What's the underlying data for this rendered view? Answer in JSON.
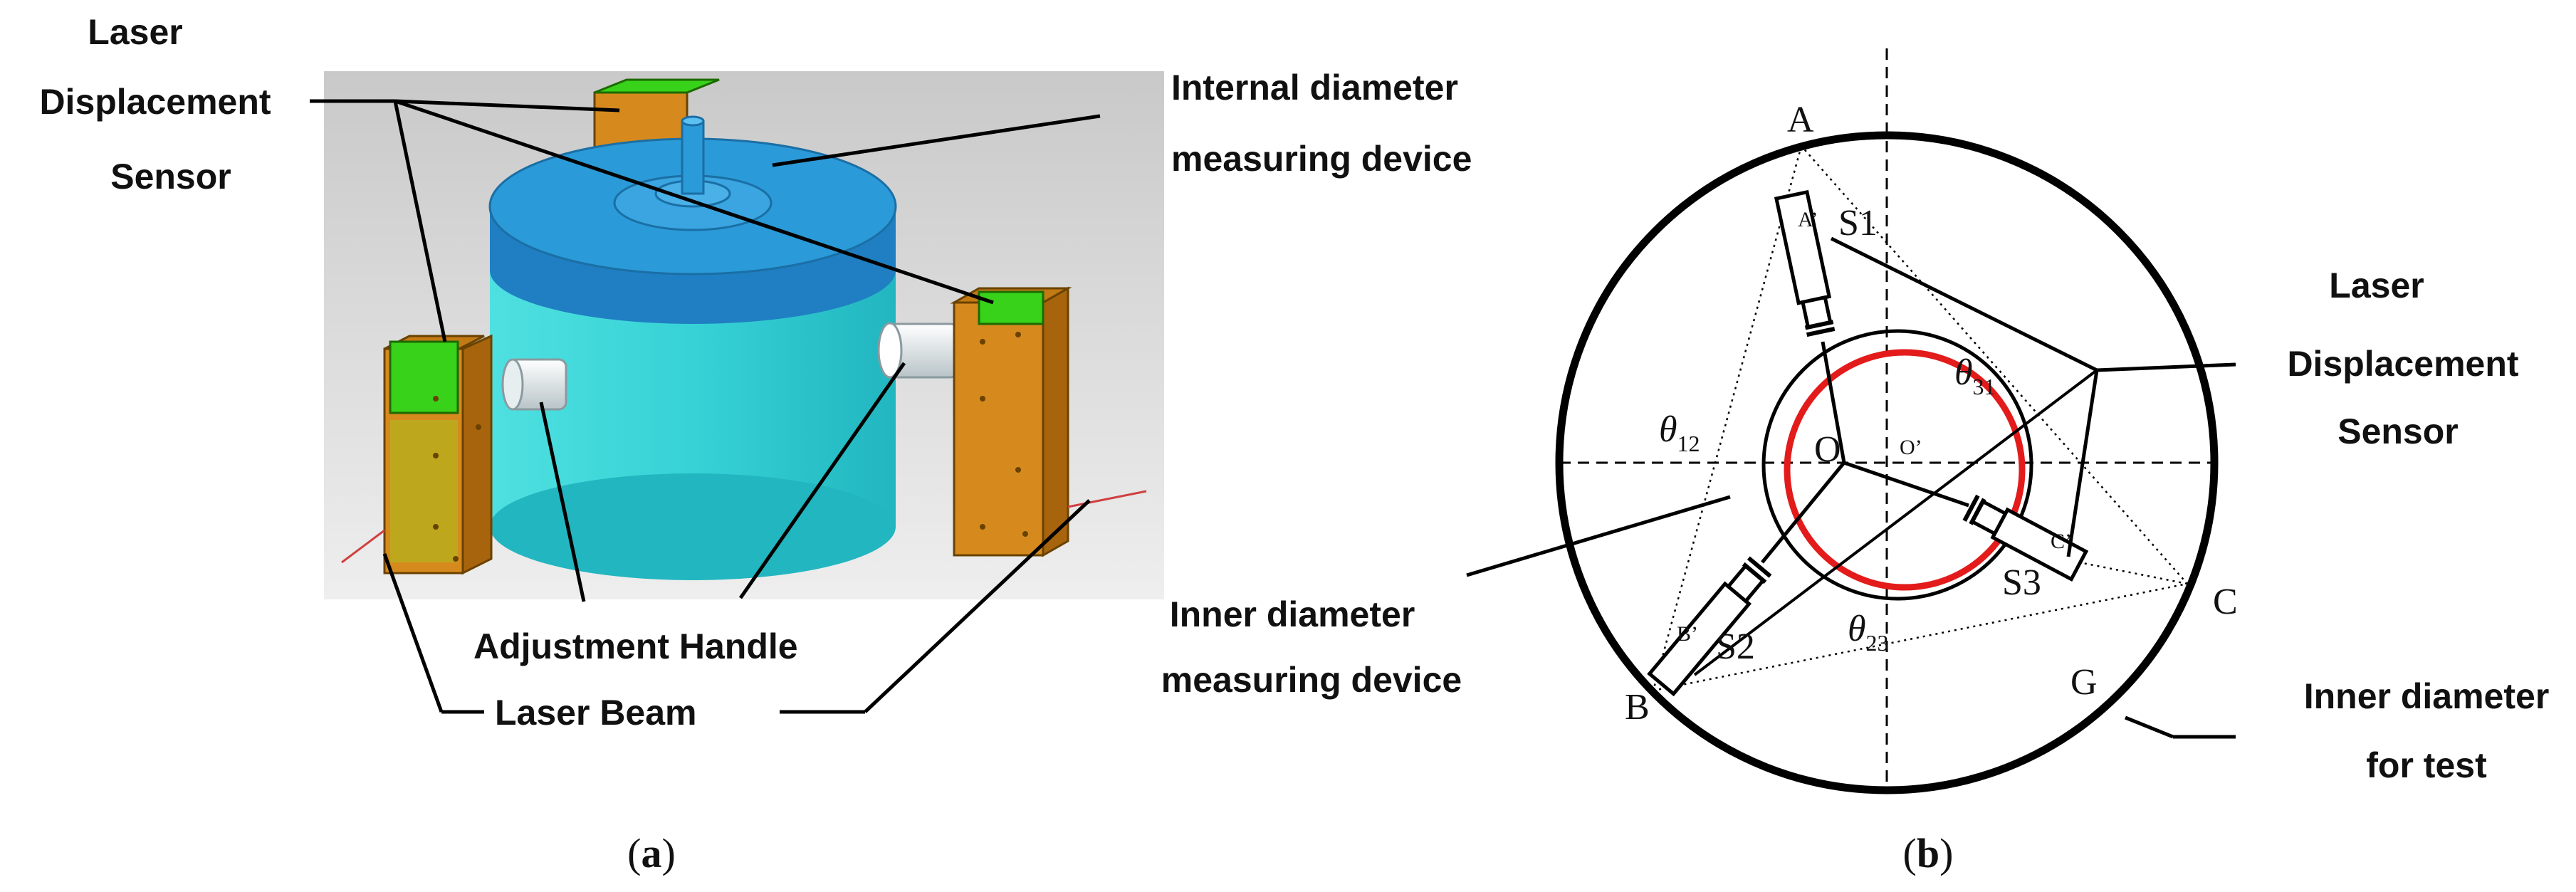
{
  "panel_a": {
    "labels": {
      "sensor_line1": "Laser",
      "sensor_line2": "Displacement",
      "sensor_line3": "Sensor",
      "device_line1": "Internal diameter",
      "device_line2": "measuring device",
      "handle": "Adjustment Handle",
      "beam": "Laser Beam"
    },
    "caption_open": "(",
    "caption_letter": "a",
    "caption_close": ")"
  },
  "panel_b": {
    "points": {
      "A": "A",
      "B": "B",
      "C": "C",
      "A_prime": "A’",
      "B_prime": "B’",
      "C_prime": "C’",
      "O": "O",
      "O_prime": "O’",
      "G": "G"
    },
    "sensors": {
      "s1": "S1",
      "s2": "S2",
      "s3": "S3"
    },
    "angles": {
      "symbol": "θ",
      "t12_sub": "12",
      "t23_sub": "23",
      "t31_sub": "31"
    },
    "labels": {
      "sensor_line1": "Laser",
      "sensor_line2": "Displacement",
      "sensor_line3": "Sensor",
      "inner_device_line1": "Inner diameter",
      "inner_device_line2": "measuring device",
      "test_line1": "Inner diameter",
      "test_line2": "for test"
    },
    "caption_open": "(",
    "caption_letter": "b",
    "caption_close": ")"
  },
  "colors": {
    "cylinder_top": "#2b9ad8",
    "cylinder_band": "#1f7fc2",
    "cylinder_body": "#36d2d6",
    "sensor_body": "#d68a1e",
    "sensor_top": "#38d21a",
    "red_ring": "#e31b1b",
    "backdrop": "#d9d9d9"
  }
}
